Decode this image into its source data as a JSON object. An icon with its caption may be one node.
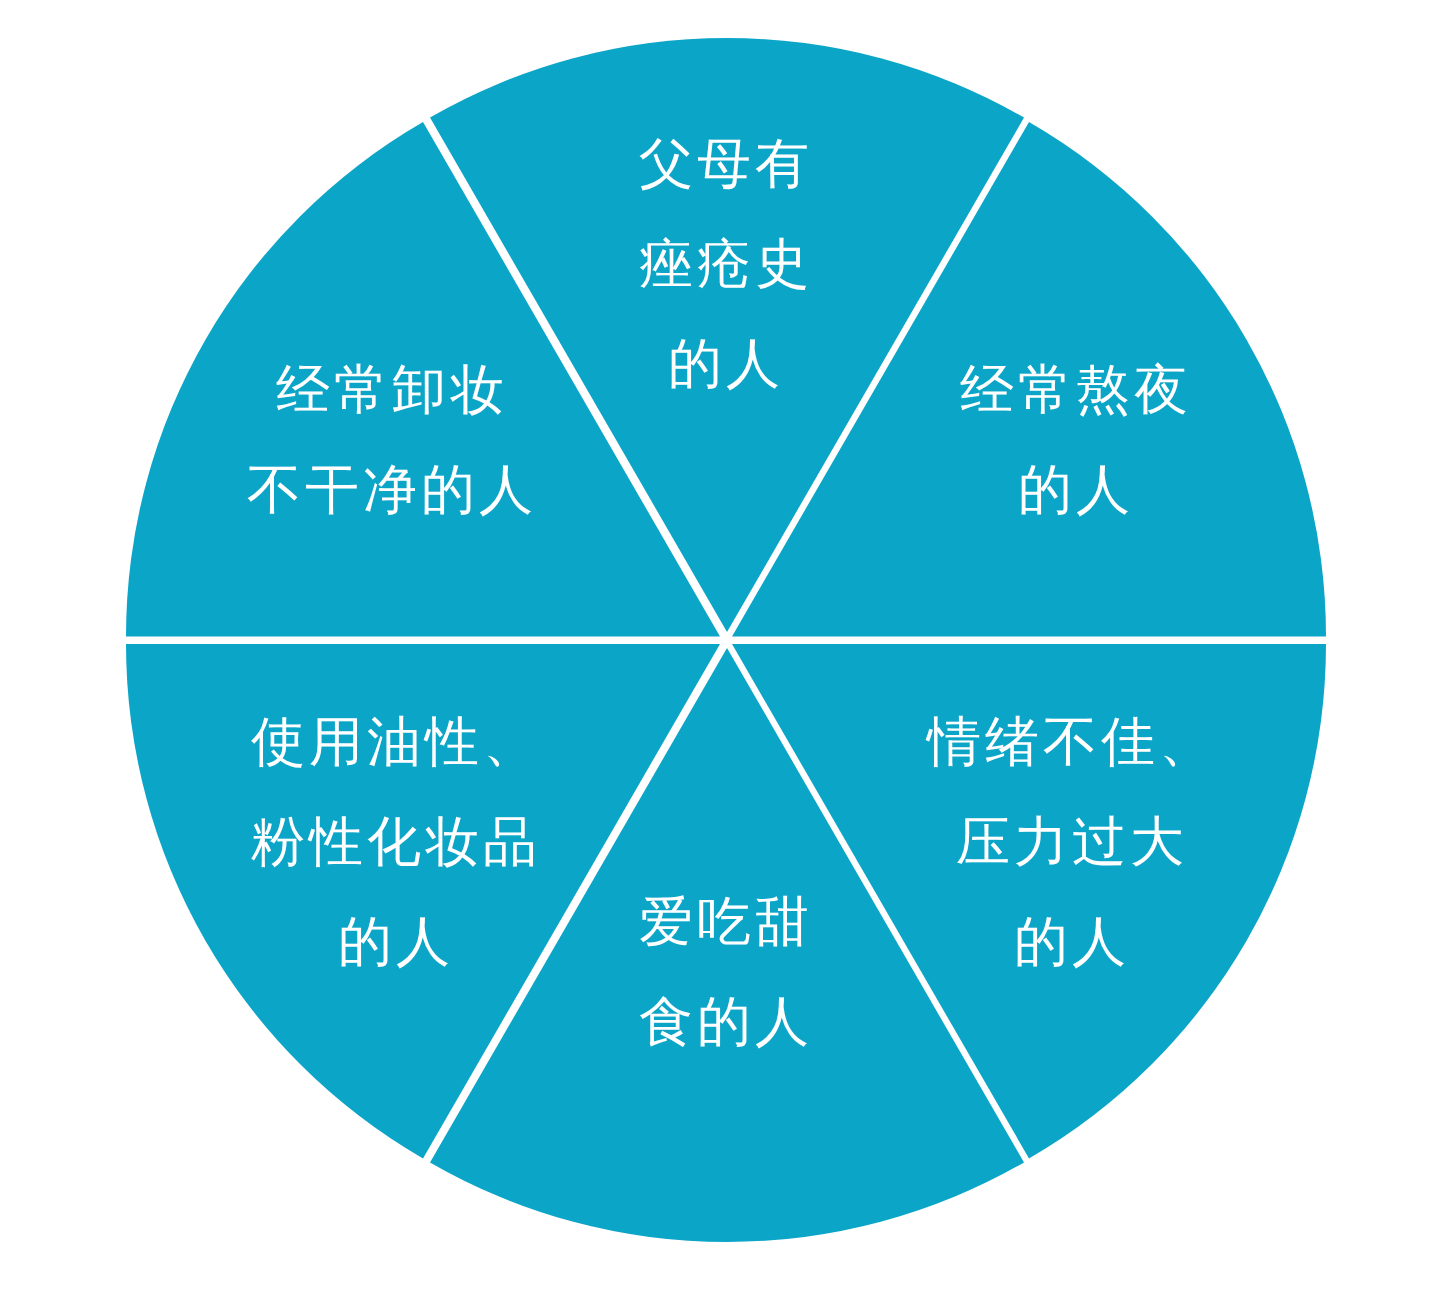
{
  "diagram": {
    "nodes": [
      {
        "text": [
          "父母有痤疮史的人"
        ]
      },
      {
        "text": [
          "经常卸妆不干净的人"
        ]
      },
      {
        "text": [
          "经常熬夜的人"
        ]
      },
      {
        "text": [
          "使用油性、粉性化妆品的人"
        ]
      },
      {
        "text": [
          "情绪不佳、压力过大的人"
        ]
      },
      {
        "text": [
          "爱吃甜食的人"
        ]
      }
    ]
  }
}
